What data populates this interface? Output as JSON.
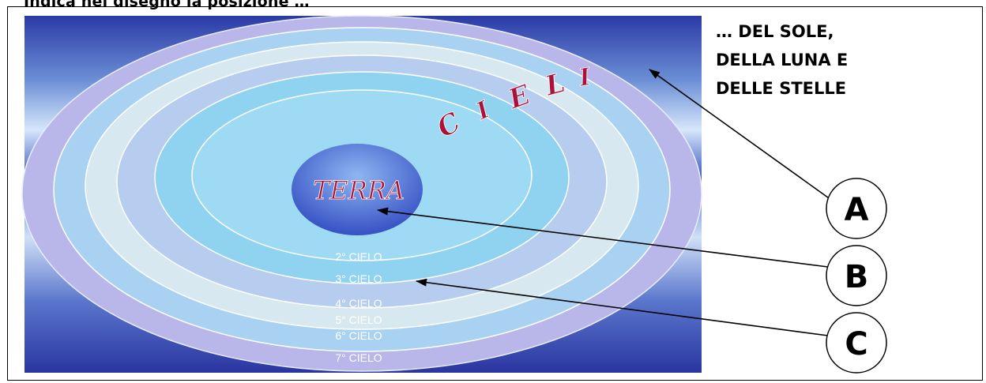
{
  "caption": "Indica nel disegno la posizione …",
  "answer_lines": [
    "… DEL SOLE,",
    "DELLA LUNA E",
    "DELLE STELLE"
  ],
  "center_label": "TERRA",
  "arc_label": [
    "C",
    "I",
    "E",
    "L",
    "I"
  ],
  "ring_labels": [
    "2° CIELO",
    "3° CIELO",
    "4° CIELO",
    "5° CIELO",
    "6° CIELO",
    "7° CIELO"
  ],
  "markers": [
    "A",
    "B",
    "C"
  ],
  "colors": {
    "sky_dark": "#2f3fa8",
    "sky_light": "#d6e6fb",
    "ring_light": "#9fd8f3",
    "center_blue": "#4a66d2",
    "title_red": "#a9123a"
  }
}
